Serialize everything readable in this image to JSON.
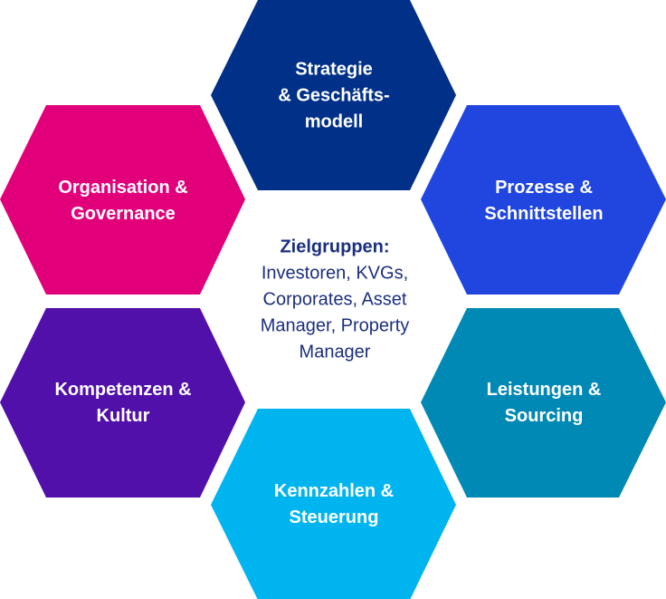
{
  "hexagons": [
    {
      "id": "strategie",
      "lines": [
        "Strategie",
        "& Geschäfts-",
        "modell"
      ],
      "color": "#003087"
    },
    {
      "id": "organisation",
      "lines": [
        "Organisation &",
        "Governance"
      ],
      "color": "#e2007a"
    },
    {
      "id": "prozesse",
      "lines": [
        "Prozesse &",
        "Schnittstellen"
      ],
      "color": "#2146e0"
    },
    {
      "id": "kompetenzen",
      "lines": [
        "Kompetenzen &",
        "Kultur"
      ],
      "color": "#5210ab"
    },
    {
      "id": "leistungen",
      "lines": [
        "Leistungen &",
        "Sourcing"
      ],
      "color": "#0089b4"
    },
    {
      "id": "kennzahlen",
      "lines": [
        "Kennzahlen &",
        "Steuerung"
      ],
      "color": "#00b5ef"
    }
  ],
  "center": {
    "title": "Zielgruppen:",
    "lines": [
      "Investoren, KVGs,",
      "Corporates, Asset",
      "Manager, Property",
      "Manager"
    ]
  }
}
